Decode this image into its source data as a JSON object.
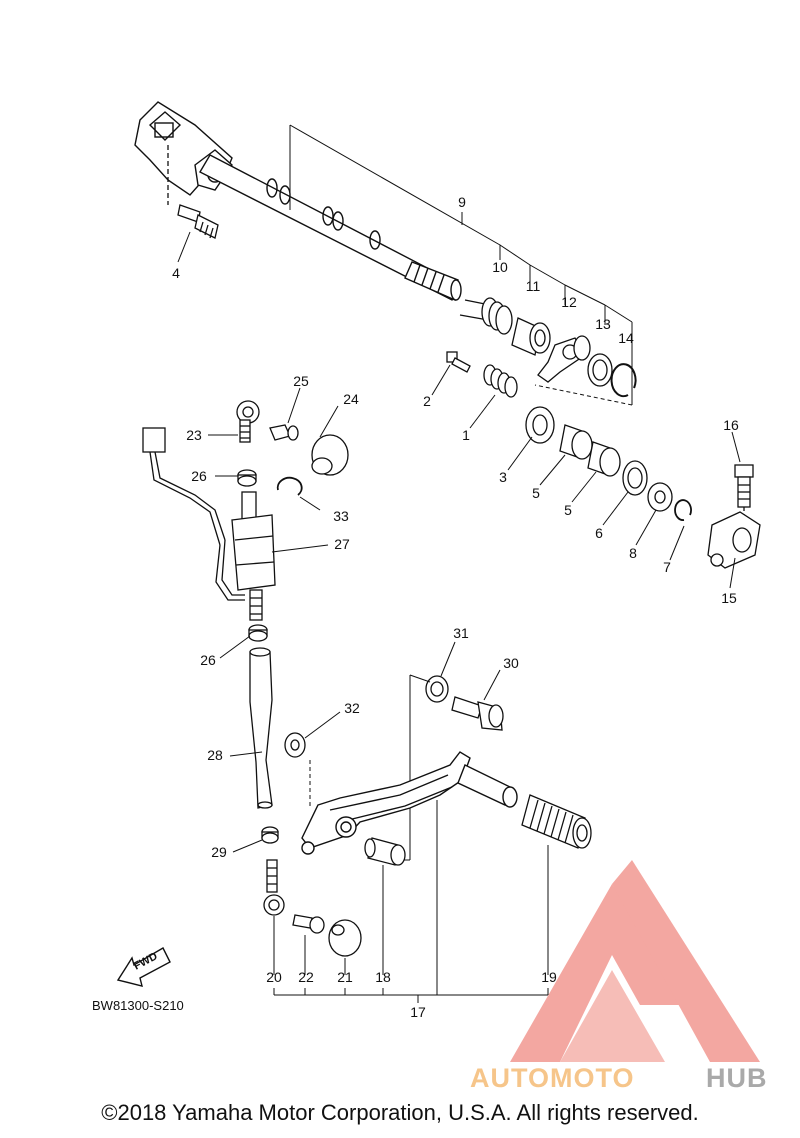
{
  "diagram": {
    "code": "BW81300-S210",
    "fwd_label": "FWD",
    "callouts": {
      "c1": "1",
      "c2": "2",
      "c3": "3",
      "c4": "4",
      "c5a": "5",
      "c5b": "5",
      "c6": "6",
      "c7": "7",
      "c8": "8",
      "c9": "9",
      "c10": "10",
      "c11": "11",
      "c12": "12",
      "c13": "13",
      "c14": "14",
      "c15": "15",
      "c16": "16",
      "c17": "17",
      "c18": "18",
      "c19": "19",
      "c20": "20",
      "c21": "21",
      "c22": "22",
      "c23": "23",
      "c24": "24",
      "c25": "25",
      "c26a": "26",
      "c26b": "26",
      "c27": "27",
      "c28": "28",
      "c29": "29",
      "c30": "30",
      "c31": "31",
      "c32": "32",
      "c33": "33"
    }
  },
  "watermark": {
    "part1": "AUTOMOTO",
    "part2": "HUB",
    "colors": {
      "red": "#f08a82",
      "orange": "#f6c58a",
      "gray": "#a9a9a9"
    }
  },
  "footer": {
    "copyright": "©2018 Yamaha Motor Corporation, U.S.A. All rights reserved."
  }
}
